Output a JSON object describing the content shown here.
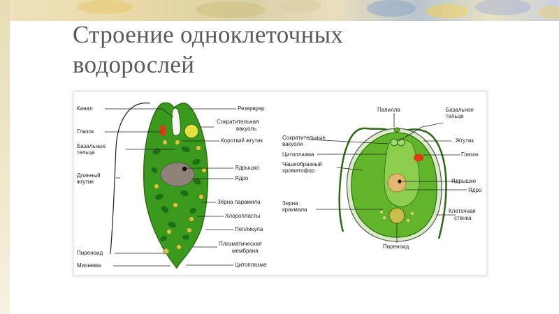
{
  "slide": {
    "title_line1": "Строение одноклеточных",
    "title_line2": "водорослей"
  },
  "colors": {
    "cell_green": "#3a9a1e",
    "chloroplast": "#1e6e16",
    "nucleus_euglena": "#8d8379",
    "nucleus_chlamy": "#e3b770",
    "stigma": "#e03a12",
    "pyrenoid": "#c5c04b"
  },
  "euglena": {
    "labels_left": {
      "canal": "Канал",
      "stigma": "Глазок",
      "basal1": "Базальные",
      "basal2": "тельца",
      "flagellum1": "Длинный",
      "flagellum2": "жгутик",
      "pyrenoid": "Пиреноид",
      "myoneme": "Мионема"
    },
    "labels_right": {
      "reservoir": "Резервуар",
      "cv1": "Сократительная",
      "cv2": "вакуоль",
      "short_flagellum": "Короткий жгутик",
      "nucleolus": "Ядрышко",
      "nucleus": "Ядро",
      "paramylon": "Зёрна парамила",
      "chloroplasts": "Хлоропласты",
      "pellicle": "Пелликула",
      "pm1": "Плазматическая",
      "pm2": "мембрана",
      "cytoplasm": "Цитоплазма"
    }
  },
  "chlamydomonas": {
    "labels_left": {
      "papilla": "Папилла",
      "cv1": "Сократительные",
      "cv2": "вакуоли",
      "cytoplasm": "Цитоплазма",
      "chrom1": "Чашеобразный",
      "chrom2": "хроматофор",
      "starch1": "Зерна",
      "starch2": "крахмала",
      "pyrenoid": "Пиреноид"
    },
    "labels_right": {
      "basal1": "Базальное",
      "basal2": "тельце",
      "flagellum": "Жгутик",
      "stigma": "Глазок",
      "nucleolus": "Ядрышко",
      "nucleus": "Ядро",
      "wall1": "Клеточная",
      "wall2": "стенка"
    }
  }
}
